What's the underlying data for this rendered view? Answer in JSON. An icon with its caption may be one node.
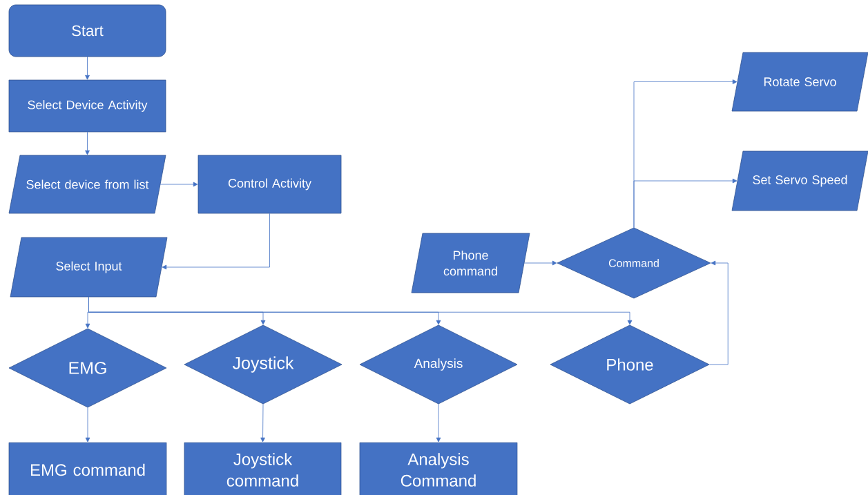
{
  "diagram": {
    "nodes": [
      {
        "text": [
          "Start"
        ]
      },
      {
        "text": [
          "Select Device Activity"
        ]
      },
      {
        "text": [
          "Select device from list"
        ]
      },
      {
        "text": [
          "Control Activity"
        ]
      },
      {
        "text": [
          "Select Input"
        ]
      },
      {
        "text": [
          "EMG"
        ]
      },
      {
        "text": [
          "Joystick"
        ]
      },
      {
        "text": [
          "Analysis"
        ]
      },
      {
        "text": [
          "Phone"
        ]
      },
      {
        "text": [
          "EMG command"
        ]
      },
      {
        "text": [
          "Joystick command"
        ]
      },
      {
        "text": [
          "Analysis Command"
        ]
      },
      {
        "text": [
          "Phone command"
        ]
      },
      {
        "text": [
          "Command"
        ]
      },
      {
        "text": [
          "Rotate Servo"
        ]
      },
      {
        "text": [
          "Set Servo Speed"
        ]
      }
    ],
    "edges": [
      {
        "from": 0,
        "to": 1,
        "arrow": "to"
      },
      {
        "from": 1,
        "to": 2,
        "arrow": "to"
      },
      {
        "from": 2,
        "to": 3,
        "arrow": "to"
      },
      {
        "from": 3,
        "to": 4,
        "arrow": "to"
      },
      {
        "from": 4,
        "to": 5,
        "arrow": "to"
      },
      {
        "from": 4,
        "to": 6,
        "arrow": "to"
      },
      {
        "from": 4,
        "to": 7,
        "arrow": "to"
      },
      {
        "from": 4,
        "to": 8,
        "arrow": "to"
      },
      {
        "from": 5,
        "to": 9,
        "arrow": "to"
      },
      {
        "from": 6,
        "to": 10,
        "arrow": "to"
      },
      {
        "from": 7,
        "to": 11,
        "arrow": "to"
      },
      {
        "from": 8,
        "to": 13,
        "arrow": "to"
      },
      {
        "from": 12,
        "to": 13,
        "arrow": "to"
      },
      {
        "from": 13,
        "to": 14,
        "arrow": "to"
      },
      {
        "from": 13,
        "to": 15,
        "arrow": "to"
      }
    ]
  }
}
